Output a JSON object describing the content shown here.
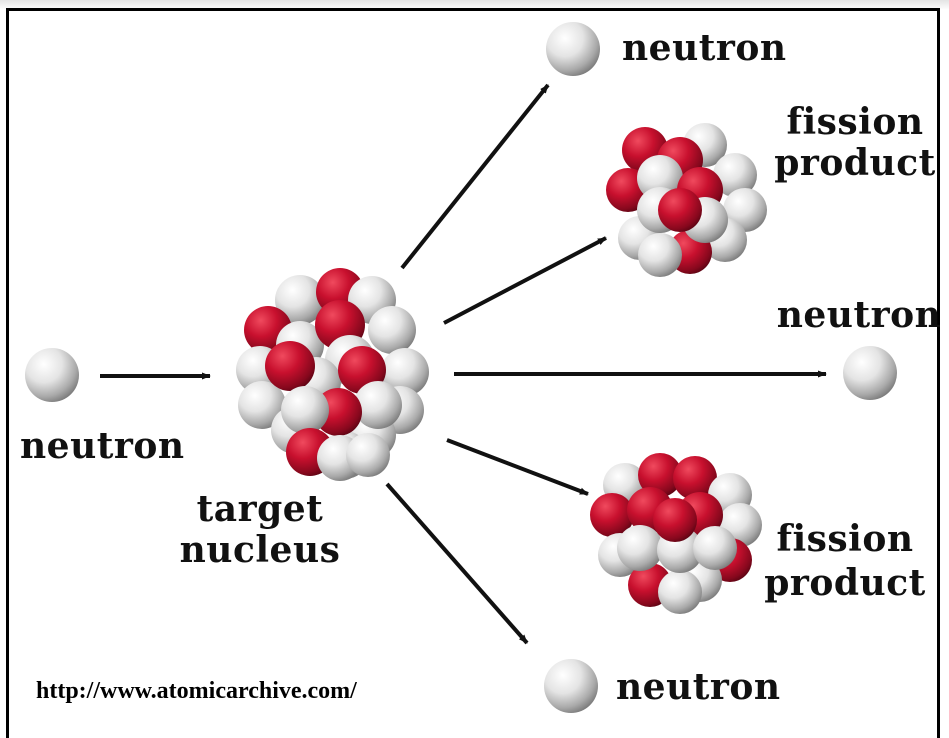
{
  "labels": {
    "incoming_neutron": "neutron",
    "target_line1": "target",
    "target_line2": "nucleus",
    "neutron_top": "neutron",
    "fission_top_line1": "fission",
    "fission_top_line2": "product",
    "neutron_right": "neutron",
    "fission_bottom_line1": "fission",
    "fission_bottom_line2": "product",
    "neutron_bottom": "neutron"
  },
  "source_url": "http://www.atomicarchive.com/",
  "colors": {
    "proton": "#c0102a",
    "neutron": "#e6e6e6",
    "arrow": "#111111",
    "frame": "#000000"
  }
}
